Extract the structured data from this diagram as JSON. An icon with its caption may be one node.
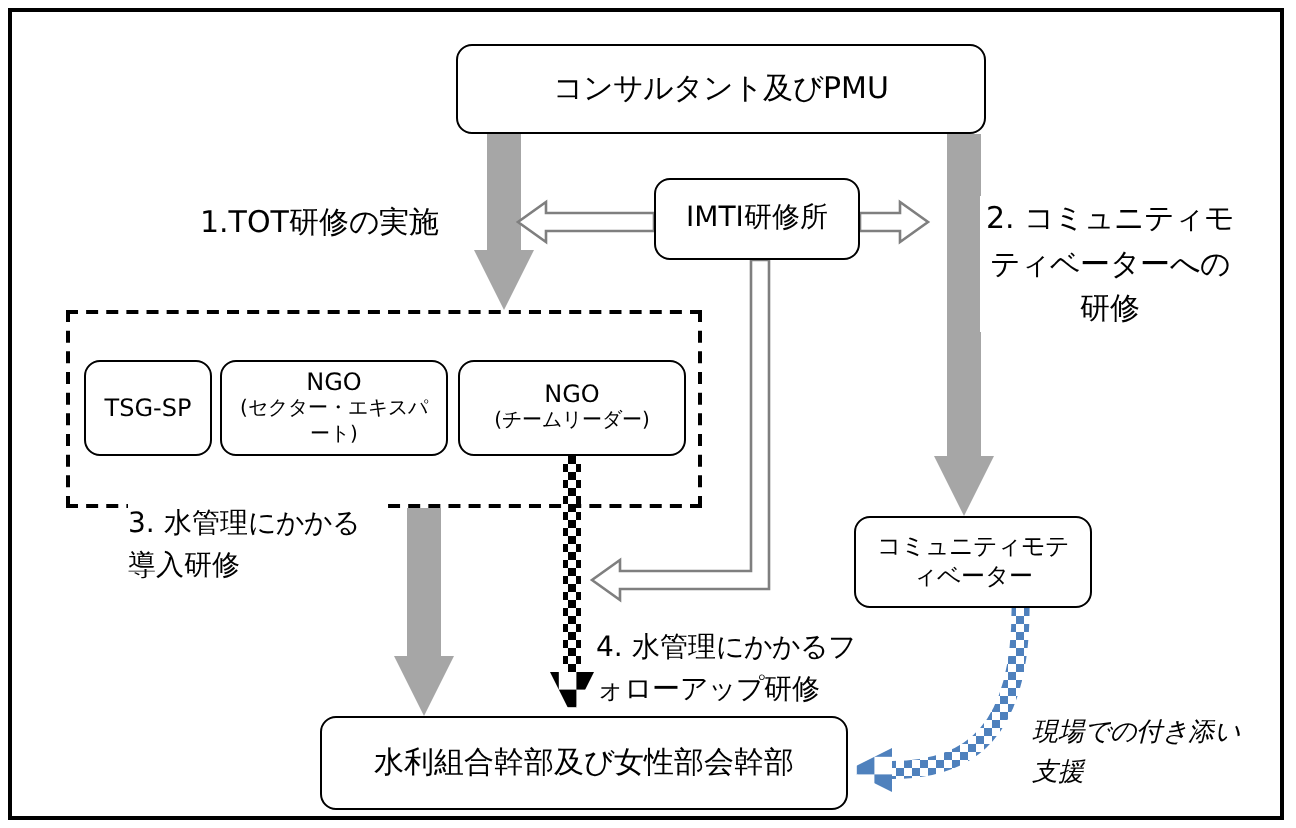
{
  "diagram": {
    "nodes": [
      {
        "text": [
          "コンサルタント及びPMU"
        ]
      },
      {
        "text": [
          "IMTI研修所"
        ]
      },
      {
        "text": [],
        "shape": "box"
      },
      {
        "text": [
          "TSG-SP"
        ],
        "in": 2
      },
      {
        "text": [
          "NGO",
          "(セクター・エキスパート)"
        ],
        "in": 2
      },
      {
        "text": [
          "NGO",
          "(チームリーダー)"
        ],
        "in": 2
      },
      {
        "text": [
          "コミュニティモティベーター"
        ]
      },
      {
        "text": [
          "水利組合幹部及び女性部会幹部"
        ]
      }
    ],
    "edges": [
      {
        "from": 0,
        "to": 2,
        "arrow": "to",
        "label": "1.TOT研修の実施"
      },
      {
        "from": 1,
        "to": null,
        "arrow": "to",
        "color": "#7f7f7f"
      },
      {
        "from": 0,
        "to": 6,
        "arrow": "to",
        "label": "2. コミュニティモティベーターへの研修"
      },
      {
        "from": 1,
        "to": null,
        "arrow": "to",
        "color": "#7f7f7f"
      },
      {
        "from": 2,
        "to": 7,
        "arrow": "to",
        "label": "3. 水管理にかかる導入研修"
      },
      {
        "from": 1,
        "to": null,
        "arrow": "to",
        "color": "#7f7f7f"
      },
      {
        "from": 5,
        "to": 7,
        "arrow": "to",
        "label": "4. 水管理にかかるフォローアップ研修",
        "style": "dashed",
        "color": "#000000"
      },
      {
        "from": 6,
        "to": 7,
        "arrow": "to",
        "label": "現場での付き添い支援",
        "style": "dashed",
        "color": "#4f81bd"
      }
    ]
  }
}
